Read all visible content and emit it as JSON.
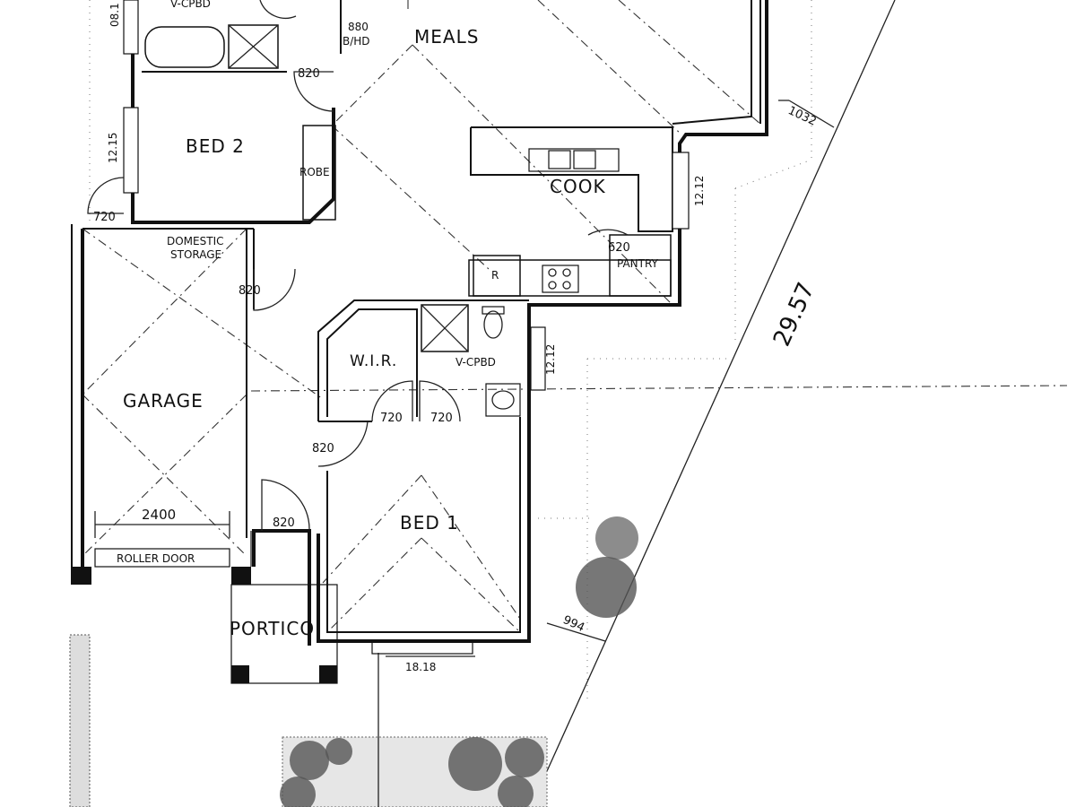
{
  "rooms": {
    "meals": "MEALS",
    "bed2": "BED 2",
    "robe": "ROBE",
    "cook": "COOK",
    "pantry": "PANTRY",
    "domestic_storage_line1": "DOMESTIC",
    "domestic_storage_line2": "STORAGE",
    "wir": "W.I.R.",
    "vcpbd_top": "V-CPBD",
    "vcpbd_ensuite": "V-CPBD",
    "garage": "GARAGE",
    "bed1": "BED 1",
    "portico": "PORTICO",
    "roller_door": "ROLLER DOOR",
    "fridge": "R"
  },
  "dimensions": {
    "d_0816": "08.1",
    "d_880": "880",
    "d_bhd": "B/HD",
    "d_820_bath": "820",
    "d_1215": "12.15",
    "d_720_bed2": "720",
    "d_1032": "1032",
    "d_1212_kitchen": "12.12",
    "d_620": "620",
    "d_820_store": "820",
    "d_1212_ensuite": "12.12",
    "d_720_wir": "720",
    "d_720_ens": "720",
    "d_820_bed1": "820",
    "d_2400": "2400",
    "d_820_entry": "820",
    "d_994": "994",
    "d_1818": "18.18",
    "d_2957": "29.57"
  },
  "colors": {
    "ink": "#111111",
    "paper": "#ffffff",
    "shrub": "#555555"
  }
}
